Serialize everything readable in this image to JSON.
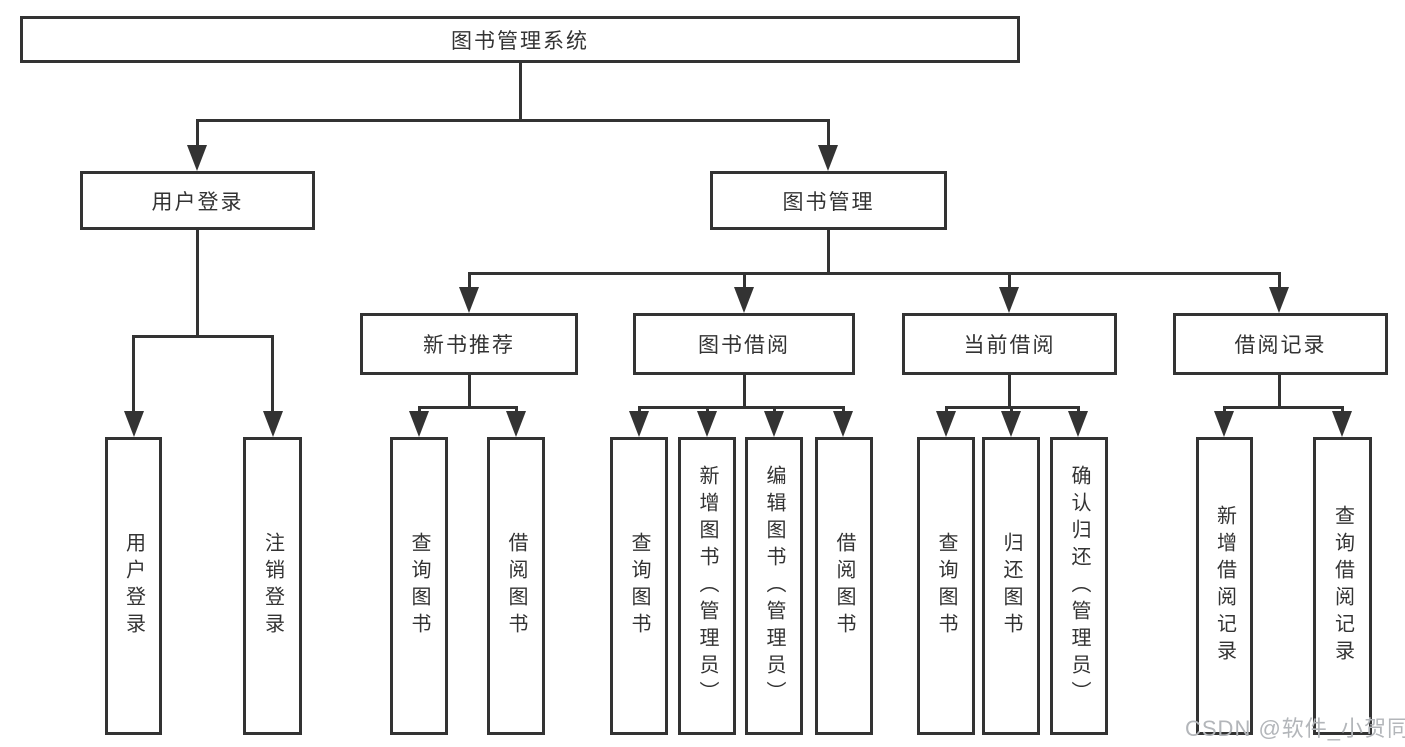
{
  "diagram": {
    "root": "图书管理系统",
    "level2": {
      "user_login": "用户登录",
      "book_management": "图书管理"
    },
    "level3": {
      "new_book_recommend": "新书推荐",
      "book_borrow": "图书借阅",
      "current_borrow": "当前借阅",
      "borrow_records": "借阅记录"
    },
    "level4": {
      "user": [
        "用户登录",
        "注销登录"
      ],
      "new_books": [
        "查询图书",
        "借阅图书"
      ],
      "borrow": [
        "查询图书",
        "新增图书（管理员）",
        "编辑图书（管理员）",
        "借阅图书"
      ],
      "current": [
        "查询图书",
        "归还图书",
        "确认归还（管理员）"
      ],
      "records": [
        "新增借阅记录",
        "查询借阅记录"
      ]
    }
  },
  "watermark": "CSDN @软件_小贺同学",
  "colors": {
    "line": "#333333",
    "text": "#333333",
    "box_background": "#ffffff",
    "watermark": "#b3b6ba"
  }
}
